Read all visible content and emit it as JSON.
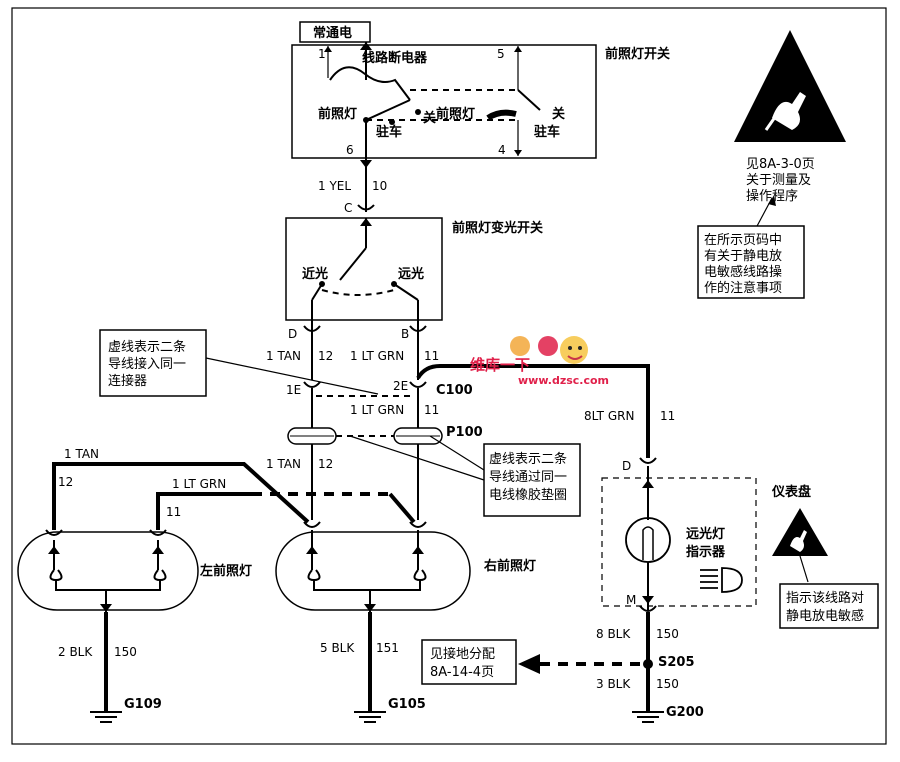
{
  "labels": {
    "constant_power": "常通电",
    "headlamp_switch": "前照灯开关",
    "circuit_breaker": "线路断电器",
    "headlamp_left_pos": "前照灯",
    "headlamp_right_pos": "前照灯",
    "park_left": "驻车",
    "park_right": "驻车",
    "off_left": "关",
    "off_right": "关",
    "pin1": "1",
    "pin5": "5",
    "pin6": "6",
    "pin4": "4",
    "wire_yel": "1 YEL",
    "wire_yel_num": "10",
    "conn_c": "C",
    "dimmer_switch": "前照灯变光开关",
    "low_beam": "近光",
    "high_beam": "远光",
    "conn_d": "D",
    "conn_b": "B",
    "wire_tan_a": "1 TAN",
    "wire_tan_a_num": "12",
    "wire_ltgrn_a": "1 LT GRN",
    "wire_ltgrn_a_num": "11",
    "note_dashed_connector": [
      "虚线表示二条",
      "导线接入同一",
      "连接器"
    ],
    "conn_1e": "1E",
    "conn_2e": "2E",
    "conn_c100": "C100",
    "wire_ltgrn_b": "1 LT GRN",
    "wire_ltgrn_b_num": "11",
    "wire_8ltgrn": "8LT GRN",
    "wire_8ltgrn_num": "11",
    "p100": "P100",
    "note_dashed_grommet": [
      "虚线表示二条",
      "导线通过同一",
      "电线橡胶垫圈"
    ],
    "wire_tan_b": "1 TAN",
    "wire_tan_b_num": "12",
    "wire_tan_left": "1 TAN",
    "wire_tan_left_num": "12",
    "wire_ltgrn_left": "1 LT GRN",
    "wire_ltgrn_left_num": "11",
    "conn_d2": "D",
    "left_headlamp": "左前照灯",
    "right_headlamp": "右前照灯",
    "high_beam_indicator": [
      "远光灯",
      "指示器"
    ],
    "instrument_panel": "仪表盘",
    "conn_m": "M",
    "esd_ref": [
      "见8A-3-0页",
      "关于测量及",
      "操作程序"
    ],
    "esd_note": [
      "在所示页码中",
      "有关于静电放",
      "电敏感线路操",
      "作的注意事项"
    ],
    "esd_circuit_note": [
      "指示该线路对",
      "静电放电敏感"
    ],
    "ground_ref": [
      "见接地分配",
      "8A-14-4页"
    ],
    "wire_blk_left": "2 BLK",
    "wire_blk_left_num": "150",
    "wire_blk_mid": "5 BLK",
    "wire_blk_mid_num": "151",
    "wire_blk_right": "8 BLK",
    "wire_blk_right_num": "150",
    "wire_blk_right2": "3 BLK",
    "wire_blk_right2_num": "150",
    "s205": "S205",
    "g109": "G109",
    "g105": "G105",
    "g200": "G200",
    "watermark_brand": "维库一下",
    "watermark_url": "www.dzsc.com"
  },
  "colors": {
    "ink": "#000000",
    "paper": "#ffffff",
    "watermark": "#e0204a"
  },
  "icons": [
    "esd-warning-icon",
    "ground-symbol-icon",
    "bulb-icon"
  ]
}
